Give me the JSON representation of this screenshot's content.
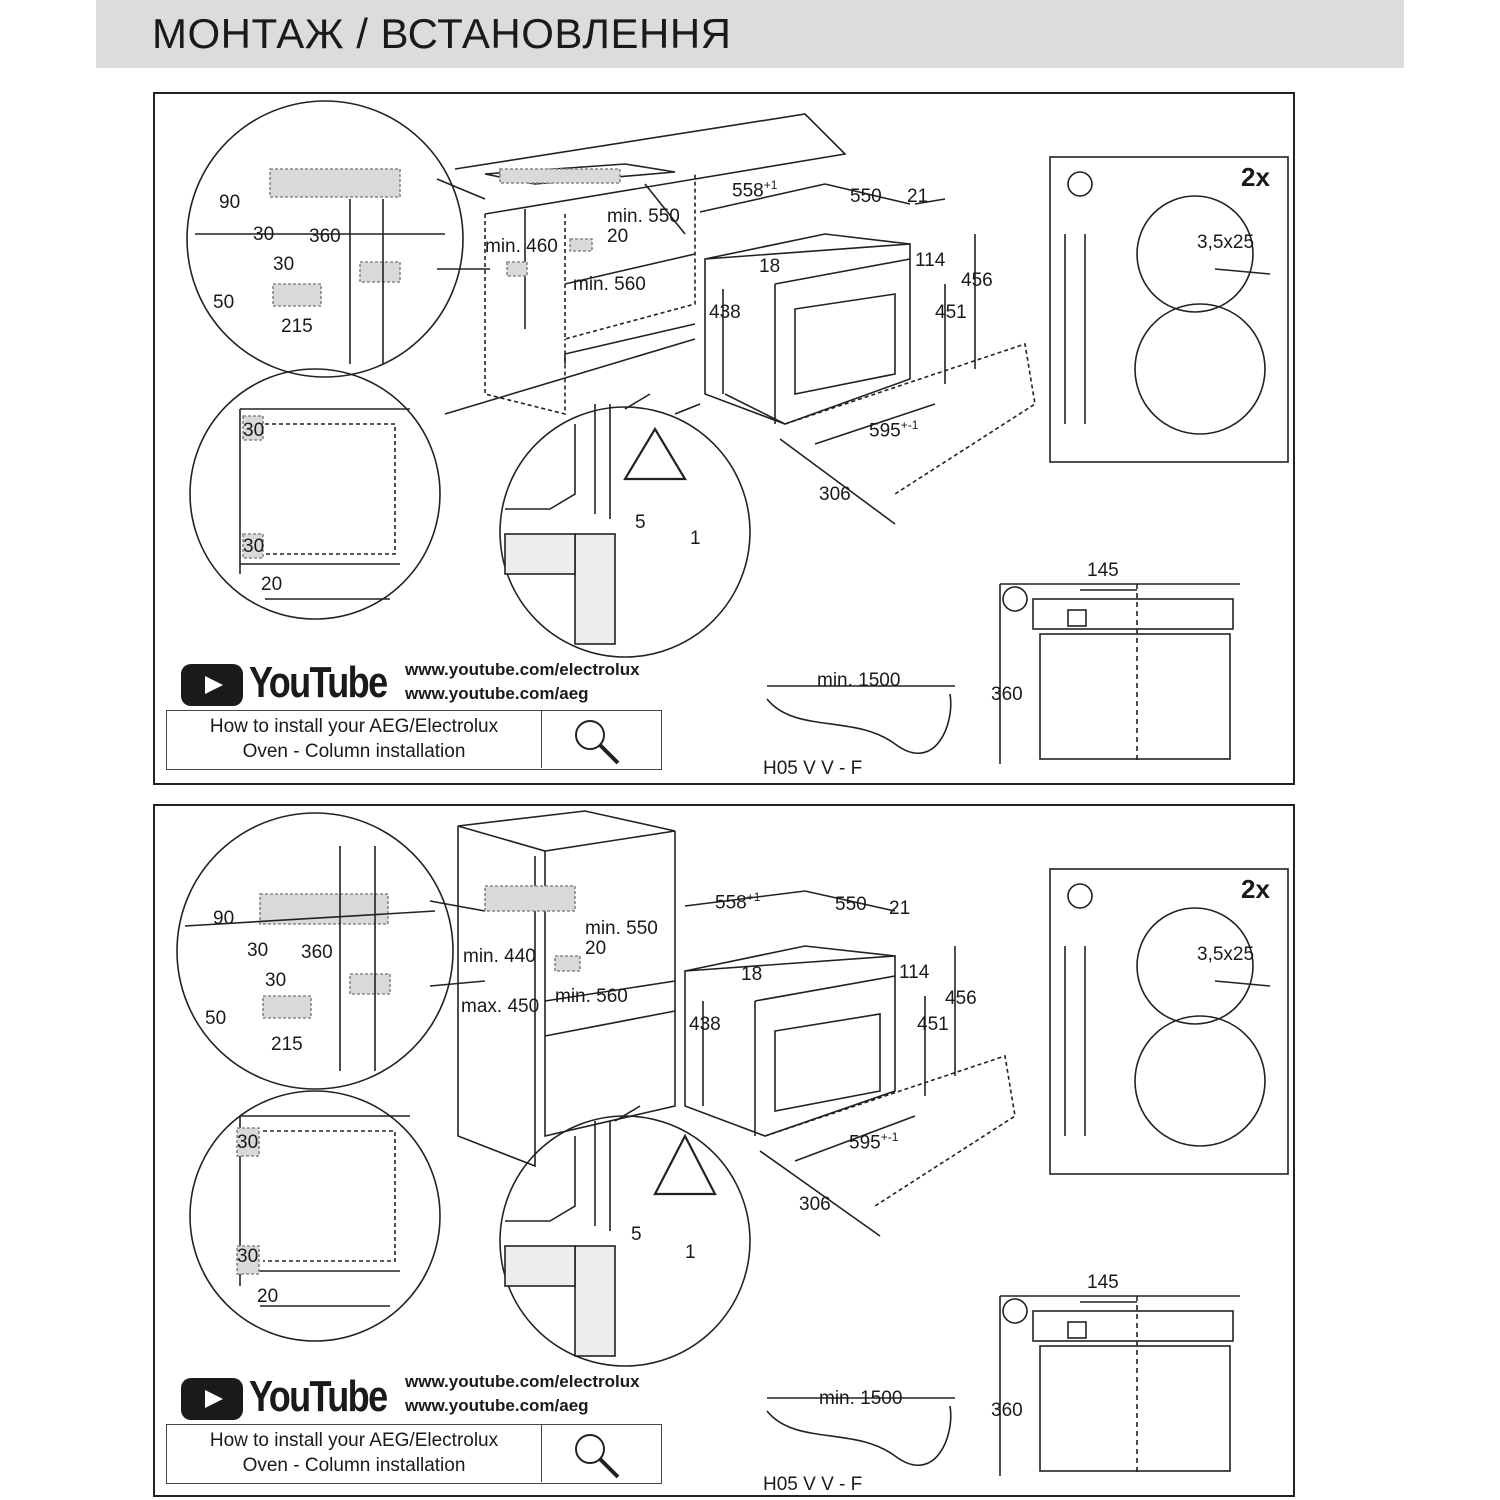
{
  "title": "МОНТАЖ / ВСТАНОВЛЕННЯ",
  "panels": [
    {
      "id": "top",
      "dims": {
        "d90": "90",
        "d30a": "30",
        "d360a": "360",
        "d30b": "30",
        "d50": "50",
        "d215": "215",
        "min460": "min. 460",
        "min550": "min. 550",
        "d20": "20",
        "min560": "min. 560",
        "d558": "558",
        "d558sup": "+1",
        "d550": "550",
        "d21": "21",
        "d18": "18",
        "d114": "114",
        "d456": "456",
        "d438": "438",
        "d451": "451",
        "d595": "595",
        "d595sup": "+-1",
        "d306": "306",
        "d30c": "30",
        "d30d": "30",
        "d20b": "20",
        "d5": "5",
        "d1": "1",
        "screw": "3,5x25",
        "count": "2x",
        "d145": "145",
        "d360b": "360",
        "min1500": "min. 1500",
        "cable": "H05 V V - F"
      },
      "youtube": {
        "logo": "YouTube",
        "url1": "www.youtube.com/electrolux",
        "url2": "www.youtube.com/aeg",
        "howto1": "How to install your AEG/Electrolux",
        "howto2": "Oven - Column installation"
      }
    },
    {
      "id": "bottom",
      "dims": {
        "d90": "90",
        "d30a": "30",
        "d360a": "360",
        "d30b": "30",
        "d50": "50",
        "d215": "215",
        "min440": "min. 440",
        "max450": "max. 450",
        "min550": "min. 550",
        "d20": "20",
        "min560": "min. 560",
        "d558": "558",
        "d558sup": "+1",
        "d550": "550",
        "d21": "21",
        "d18": "18",
        "d114": "114",
        "d456": "456",
        "d438": "438",
        "d451": "451",
        "d595": "595",
        "d595sup": "+-1",
        "d306": "306",
        "d30c": "30",
        "d30d": "30",
        "d20b": "20",
        "d5": "5",
        "d1": "1",
        "screw": "3,5x25",
        "count": "2x",
        "d145": "145",
        "d360b": "360",
        "min1500": "min. 1500",
        "cable": "H05 V V - F"
      },
      "youtube": {
        "logo": "YouTube",
        "url1": "www.youtube.com/electrolux",
        "url2": "www.youtube.com/aeg",
        "howto1": "How to install your AEG/Electrolux",
        "howto2": "Oven - Column installation"
      }
    }
  ],
  "icons": [
    "info-icon",
    "warning-icon",
    "electrical-hazard-icon",
    "search-icon",
    "youtube-play-icon",
    "screw-icon"
  ]
}
